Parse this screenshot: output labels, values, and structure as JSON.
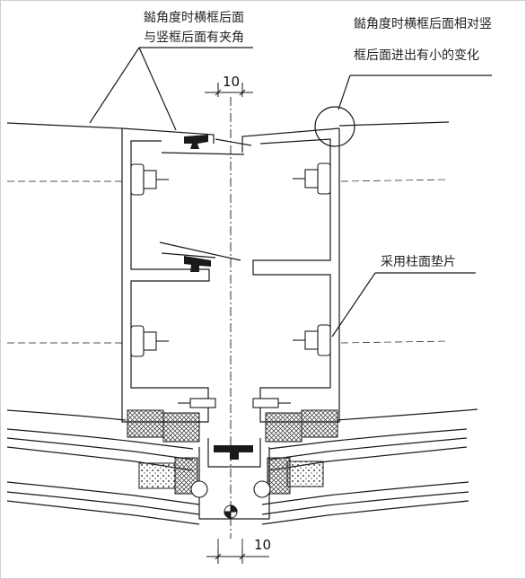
{
  "annotations": {
    "top_left_line1": "鐑角度时横框后面",
    "top_left_line2": "与竖框后面有夹角",
    "top_right_line1": "鐑角度时横框后面相对竖",
    "top_right_line2": "框后面进出有小的变化",
    "gasket_label": "采用柱面垫片"
  },
  "dimensions": {
    "top": "10",
    "bottom": "10"
  },
  "colors": {
    "line": "#1a1a1a",
    "hatch": "#333333"
  }
}
